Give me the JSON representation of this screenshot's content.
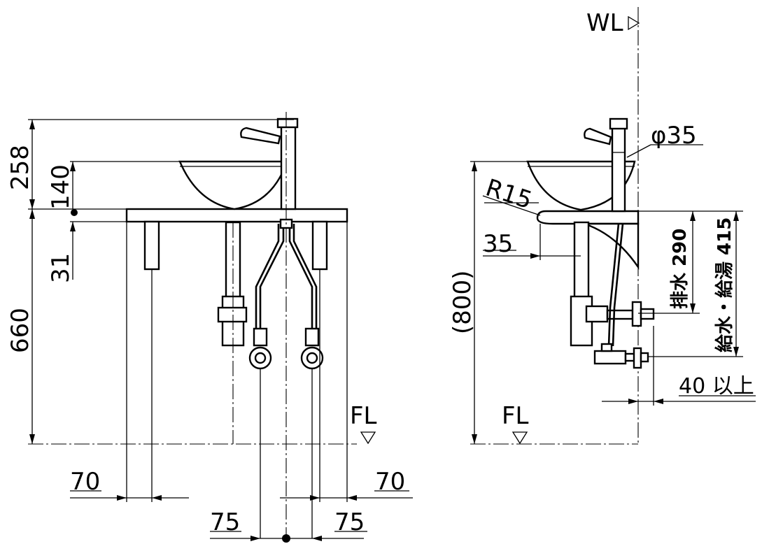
{
  "front_view": {
    "dims": {
      "total_height_above_counter": "258",
      "bowl_height": "140",
      "counter_thickness": "31",
      "counter_height": "660",
      "left_offset": "70",
      "right_offset": "70",
      "left_supply": "75",
      "right_supply": "75"
    },
    "floor_label": "FL"
  },
  "side_view": {
    "wall_label": "WL",
    "floor_label": "FL",
    "dims": {
      "spout_diameter": "φ35",
      "radius": "R15",
      "edge_offset": "35",
      "overall_height": "(800)",
      "drain_height": "排水 290",
      "supply_height": "給水・給湯 415",
      "clearance": "40 以上"
    }
  },
  "colors": {
    "line": "#000000",
    "background": "#ffffff"
  }
}
